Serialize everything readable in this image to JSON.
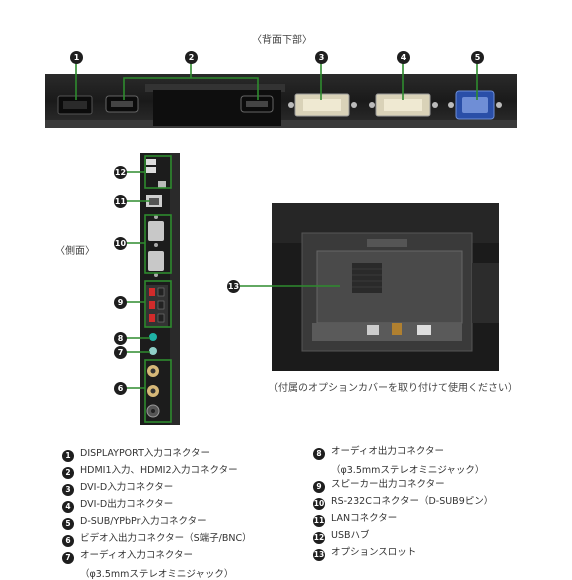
{
  "captions": {
    "rear_bottom": "〈背面下部〉",
    "side": "〈側面〉",
    "option_note": "（付属のオプションカバーを取り付けて使用ください）"
  },
  "markers": [
    "1",
    "2",
    "3",
    "4",
    "5",
    "6",
    "7",
    "8",
    "9",
    "10",
    "11",
    "12",
    "13"
  ],
  "legend": [
    {
      "num": "1",
      "text": "DISPLAYPORT入力コネクター"
    },
    {
      "num": "2",
      "text": "HDMI1入力、HDMI2入力コネクター"
    },
    {
      "num": "3",
      "text": "DVI-D入力コネクター"
    },
    {
      "num": "4",
      "text": "DVI-D出力コネクター"
    },
    {
      "num": "5",
      "text": "D-SUB/YPbPr入力コネクター"
    },
    {
      "num": "6",
      "text": "ビデオ入出力コネクター（S端子/BNC）"
    },
    {
      "num": "7",
      "text": "オーディオ入力コネクター",
      "sub": "（φ3.5mmステレオミニジャック）"
    },
    {
      "num": "8",
      "text": "オーディオ出力コネクター",
      "sub": "（φ3.5mmステレオミニジャック）"
    },
    {
      "num": "9",
      "text": "スピーカー出力コネクター"
    },
    {
      "num": "10",
      "text": "RS-232Cコネクター（D-SUB9ピン）"
    },
    {
      "num": "11",
      "text": "LANコネクター"
    },
    {
      "num": "12",
      "text": "USBハブ"
    },
    {
      "num": "13",
      "text": "オプションスロット"
    }
  ],
  "colors": {
    "accent_green": "#2e8b2e",
    "panel_dark": "#1c1c1c",
    "marker": "#1e1e1e"
  }
}
